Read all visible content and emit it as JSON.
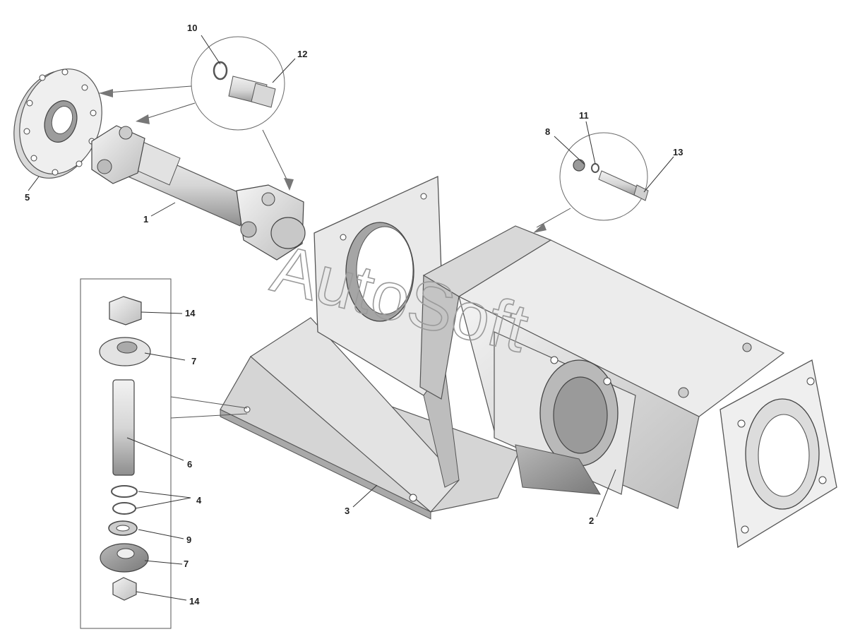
{
  "diagram": {
    "watermark": "AutoSoft",
    "callouts": {
      "c1": "1",
      "c2": "2",
      "c3": "3",
      "c4": "4",
      "c5": "5",
      "c6": "6",
      "c7a": "7",
      "c7b": "7",
      "c8": "8",
      "c9": "9",
      "c10": "10",
      "c11": "11",
      "c12": "12",
      "c13": "13",
      "c14a": "14",
      "c14b": "14"
    }
  }
}
